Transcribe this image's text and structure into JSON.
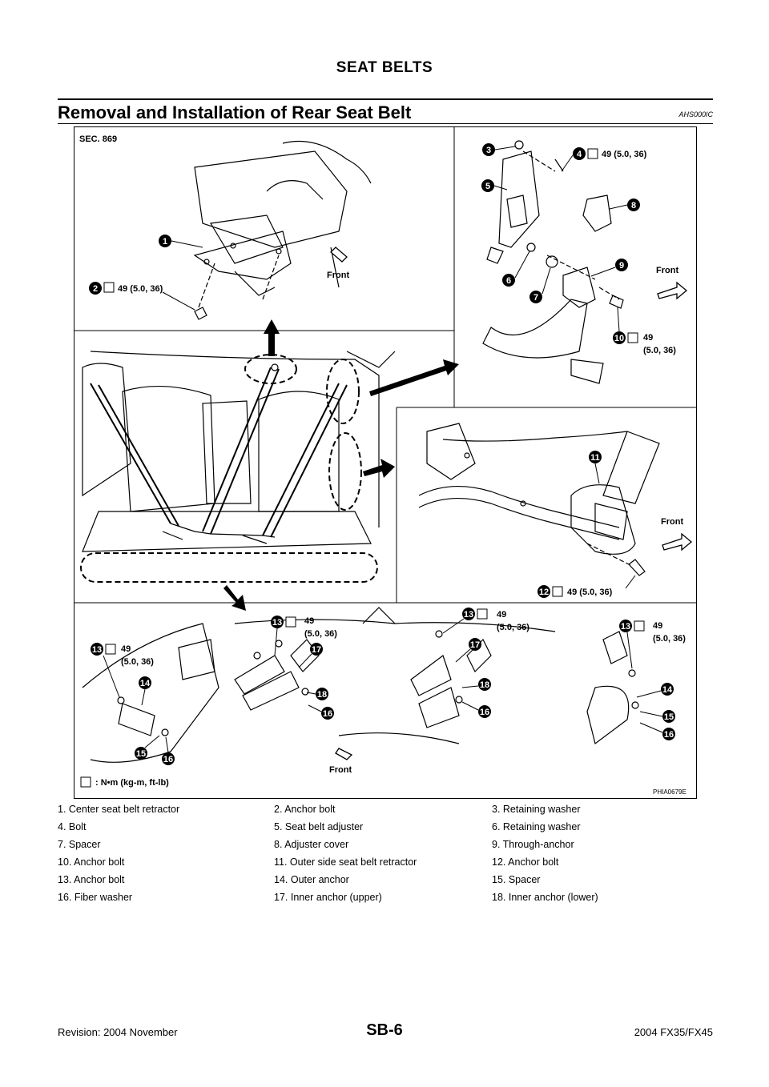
{
  "header": {
    "title": "SEAT BELTS"
  },
  "section": {
    "title": "Removal and Installation of Rear Seat Belt",
    "code": "AHS000IC"
  },
  "figure": {
    "sec_label": "SEC. 869",
    "torque_legend": ": N•m (kg-m, ft-lb)",
    "image_code": "PHIA0679E",
    "front_label": "Front",
    "torque_full": "49 (5.0, 36)",
    "torque_value": "49",
    "torque_sub": "(5.0, 36)",
    "callouts": [
      "1",
      "2",
      "3",
      "4",
      "5",
      "6",
      "7",
      "8",
      "9",
      "10",
      "11",
      "12",
      "13",
      "14",
      "15",
      "16",
      "17",
      "18"
    ]
  },
  "legend": [
    [
      "1. Center seat belt retractor",
      "2. Anchor bolt",
      "3. Retaining washer"
    ],
    [
      "4. Bolt",
      "5. Seat belt adjuster",
      "6. Retaining washer"
    ],
    [
      "7. Spacer",
      "8. Adjuster cover",
      "9. Through-anchor"
    ],
    [
      "10. Anchor bolt",
      "11. Outer side seat belt retractor",
      "12. Anchor bolt"
    ],
    [
      "13. Anchor bolt",
      "14. Outer anchor",
      "15. Spacer"
    ],
    [
      "16.  Fiber washer",
      "17.  Inner anchor (upper)",
      "18.  Inner anchor (lower)"
    ]
  ],
  "footer": {
    "revision": "Revision: 2004 November",
    "page": "SB-6",
    "model": "2004 FX35/FX45"
  }
}
